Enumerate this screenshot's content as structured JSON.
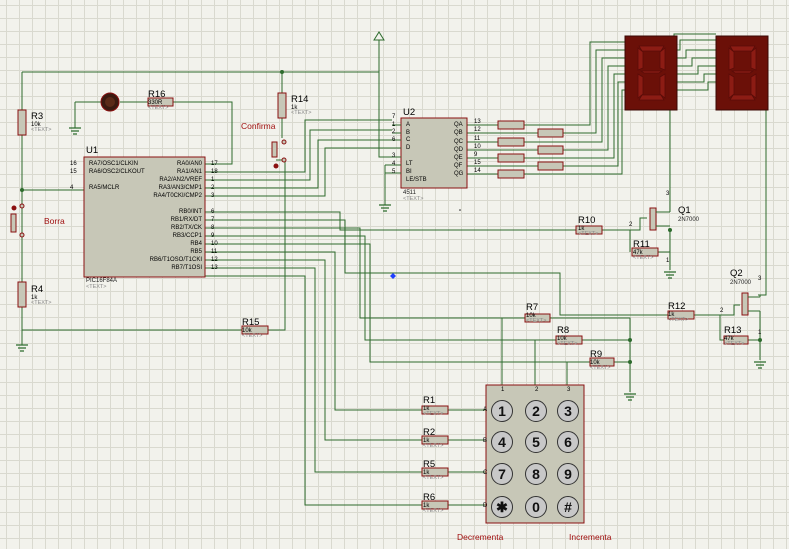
{
  "components": {
    "u1": {
      "ref": "U1",
      "part": "PIC16F84A",
      "text": "<TEXT>",
      "left_pins": [
        {
          "num": "16",
          "label": "RA7/OSC1/CLKIN"
        },
        {
          "num": "15",
          "label": "RA6/OSC2/CLKOUT"
        },
        {
          "num": "4",
          "label": "RA5/MCLR"
        }
      ],
      "right_pins": [
        {
          "num": "17",
          "label": "RA0/AN0"
        },
        {
          "num": "18",
          "label": "RA1/AN1"
        },
        {
          "num": "1",
          "label": "RA2/AN2/VREF"
        },
        {
          "num": "2",
          "label": "RA3/AN3/CMP1"
        },
        {
          "num": "3",
          "label": "RA4/T0CKI/CMP2"
        },
        {
          "num": "6",
          "label": "RB0/INT"
        },
        {
          "num": "7",
          "label": "RB1/RX/DT"
        },
        {
          "num": "8",
          "label": "RB2/TX/CK"
        },
        {
          "num": "9",
          "label": "RB3/CCP1"
        },
        {
          "num": "10",
          "label": "RB4"
        },
        {
          "num": "11",
          "label": "RB5"
        },
        {
          "num": "12",
          "label": "RB6/T1OSO/T1CKI"
        },
        {
          "num": "13",
          "label": "RB7/T1OSI"
        }
      ]
    },
    "u2": {
      "ref": "U2",
      "part": "4511",
      "text": "<TEXT>",
      "left_pins": [
        {
          "num": "7",
          "label": "A"
        },
        {
          "num": "1",
          "label": "B"
        },
        {
          "num": "2",
          "label": "C"
        },
        {
          "num": "6",
          "label": "D"
        },
        {
          "num": "3",
          "label": "LT"
        },
        {
          "num": "4",
          "label": "BI"
        },
        {
          "num": "5",
          "label": "LE/STB"
        }
      ],
      "right_pins": [
        {
          "num": "13",
          "label": "QA"
        },
        {
          "num": "12",
          "label": "QB"
        },
        {
          "num": "11",
          "label": "QC"
        },
        {
          "num": "10",
          "label": "QD"
        },
        {
          "num": "9",
          "label": "QE"
        },
        {
          "num": "15",
          "label": "QF"
        },
        {
          "num": "14",
          "label": "QG"
        }
      ]
    },
    "resistors": [
      {
        "ref": "R3",
        "value": "10k",
        "text": "<TEXT>"
      },
      {
        "ref": "R4",
        "value": "1k",
        "text": "<TEXT>"
      },
      {
        "ref": "R16",
        "value": "330R",
        "text": "<TEXT>"
      },
      {
        "ref": "R14",
        "value": "1k",
        "text": "<TEXT>"
      },
      {
        "ref": "R15",
        "value": "10k",
        "text": "<TEXT>"
      },
      {
        "ref": "R10",
        "value": "1k",
        "text": "<TEXT>"
      },
      {
        "ref": "R11",
        "value": "47k",
        "text": "<TEXT>"
      },
      {
        "ref": "R12",
        "value": "1k",
        "text": "<TEXT>"
      },
      {
        "ref": "R13",
        "value": "47k",
        "text": "<TEXT>"
      },
      {
        "ref": "R7",
        "value": "10k",
        "text": "<TEXT>"
      },
      {
        "ref": "R8",
        "value": "10k",
        "text": "<TEXT>"
      },
      {
        "ref": "R9",
        "value": "10k",
        "text": "<TEXT>"
      },
      {
        "ref": "R1",
        "value": "1k",
        "text": "<TEXT>"
      },
      {
        "ref": "R2",
        "value": "1k",
        "text": "<TEXT>"
      },
      {
        "ref": "R5",
        "value": "1k",
        "text": "<TEXT>"
      },
      {
        "ref": "R6",
        "value": "1k",
        "text": "<TEXT>"
      }
    ],
    "q1": {
      "ref": "Q1",
      "part": "2N7000",
      "pins": [
        "3",
        "2",
        "1"
      ]
    },
    "q2": {
      "ref": "Q2",
      "part": "2N7000",
      "pins": [
        "3",
        "2",
        "1"
      ]
    },
    "buttons": {
      "borra": "Borra",
      "confirma": "Confirma"
    },
    "keypad": {
      "rows": [
        "A",
        "B",
        "C",
        "D"
      ],
      "cols": [
        "1",
        "2",
        "3"
      ],
      "keys": [
        "1",
        "2",
        "3",
        "4",
        "5",
        "6",
        "7",
        "8",
        "9",
        "✱",
        "0",
        "#"
      ],
      "decrementa": "Decrementa",
      "incrementa": "Incrementa"
    },
    "display": {
      "digit": "8"
    }
  },
  "colors": {
    "wire": "#2d6b2d",
    "body": "#c7c7b7",
    "outline": "#8a1010",
    "seg_bg": "#6b1008",
    "seg_on": "#8c1c14",
    "grid": "#d9d9cf",
    "bg": "#f2f2ec"
  }
}
